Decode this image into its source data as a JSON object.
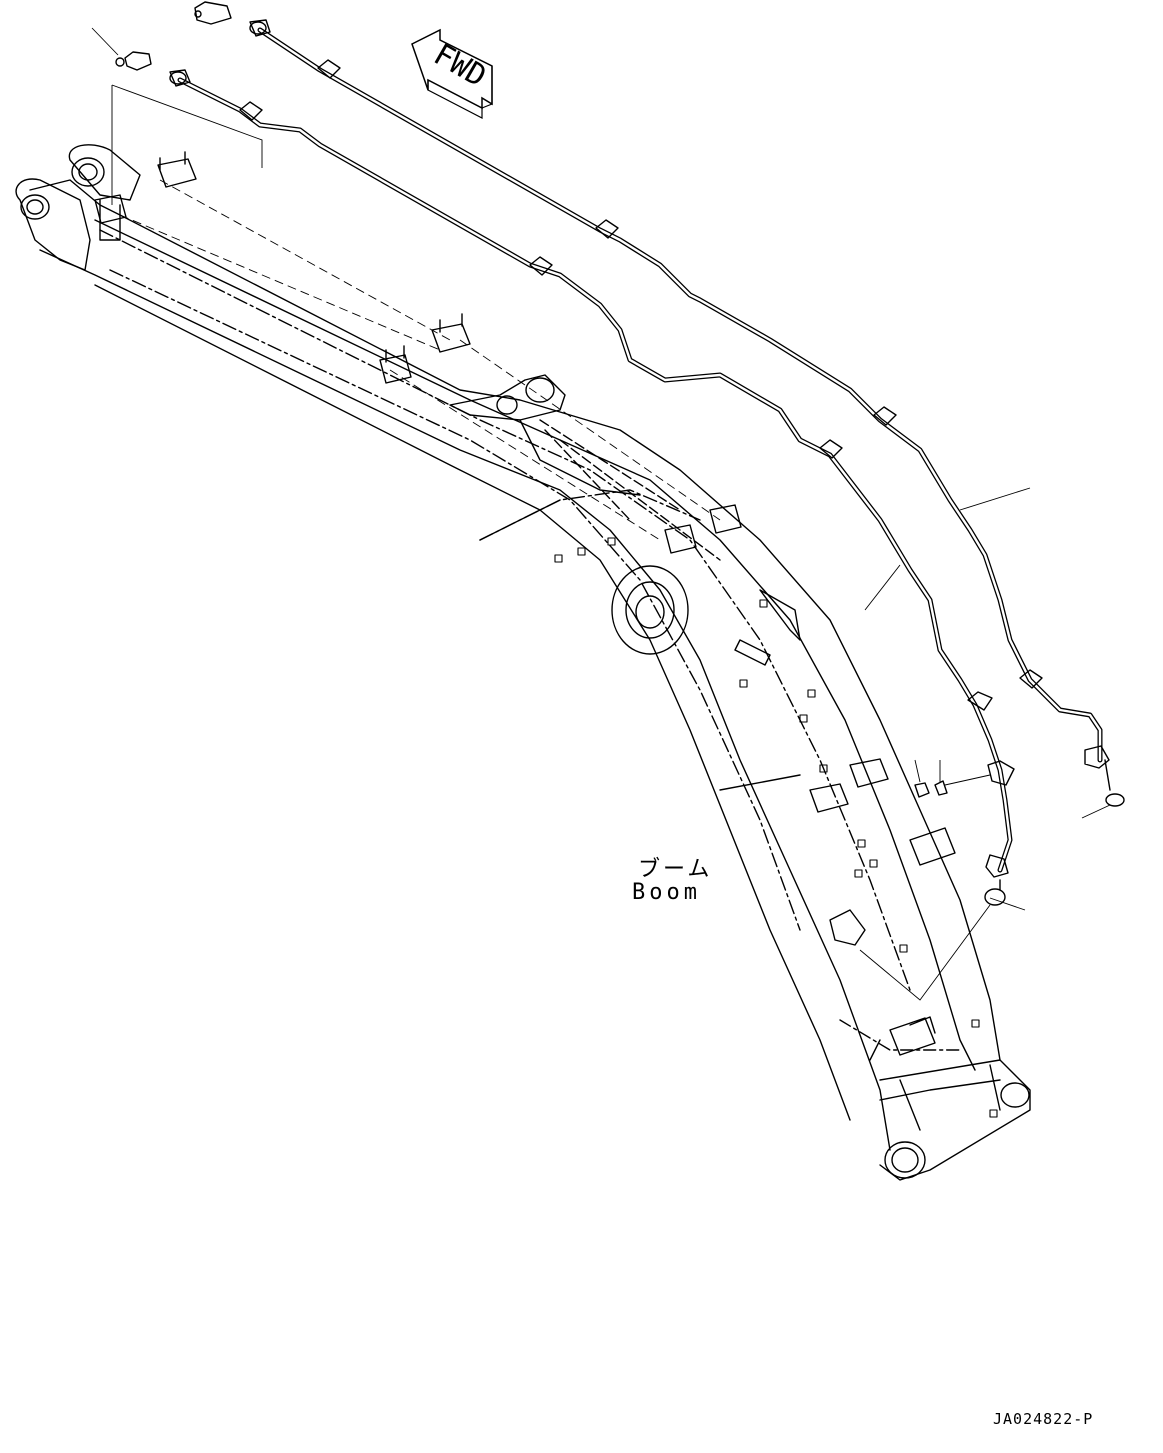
{
  "labels": {
    "fwd": "FWD",
    "boom_jp": "ブーム",
    "boom_en": "Boom",
    "drawing_code": "JA024822-P"
  },
  "colors": {
    "line": "#000000",
    "background": "#ffffff"
  }
}
